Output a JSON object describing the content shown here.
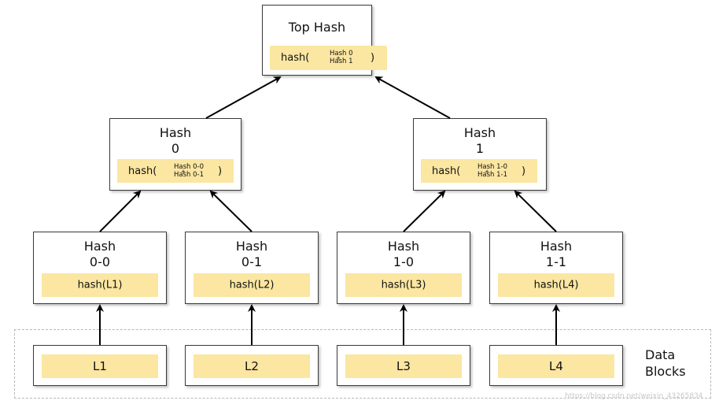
{
  "top": {
    "title": "Top Hash",
    "hash_prefix": "hash(",
    "inner_1": "Hash 0",
    "inner_2": "Hash 1",
    "hash_suffix": ")"
  },
  "level1": [
    {
      "title_1": "Hash",
      "title_2": "0",
      "hash_prefix": "hash(",
      "inner_1": "Hash 0-0",
      "inner_2": "Hash 0-1",
      "hash_suffix": ")"
    },
    {
      "title_1": "Hash",
      "title_2": "1",
      "hash_prefix": "hash(",
      "inner_1": "Hash 1-0",
      "inner_2": "Hash 1-1",
      "hash_suffix": ")"
    }
  ],
  "level2": [
    {
      "title_1": "Hash",
      "title_2": "0-0",
      "hash": "hash(L1)"
    },
    {
      "title_1": "Hash",
      "title_2": "0-1",
      "hash": "hash(L2)"
    },
    {
      "title_1": "Hash",
      "title_2": "1-0",
      "hash": "hash(L3)"
    },
    {
      "title_1": "Hash",
      "title_2": "1-1",
      "hash": "hash(L4)"
    }
  ],
  "leaves": [
    "L1",
    "L2",
    "L3",
    "L4"
  ],
  "data_blocks_label_1": "Data",
  "data_blocks_label_2": "Blocks",
  "plus_sign": "+",
  "watermark": "https://blog.csdn.net/weixin_43265834",
  "colors": {
    "hash_fill": "#fbe6a2",
    "border": "#3a3a3a",
    "arrow": "#000000",
    "dashed_region": "#b8b8b8"
  }
}
